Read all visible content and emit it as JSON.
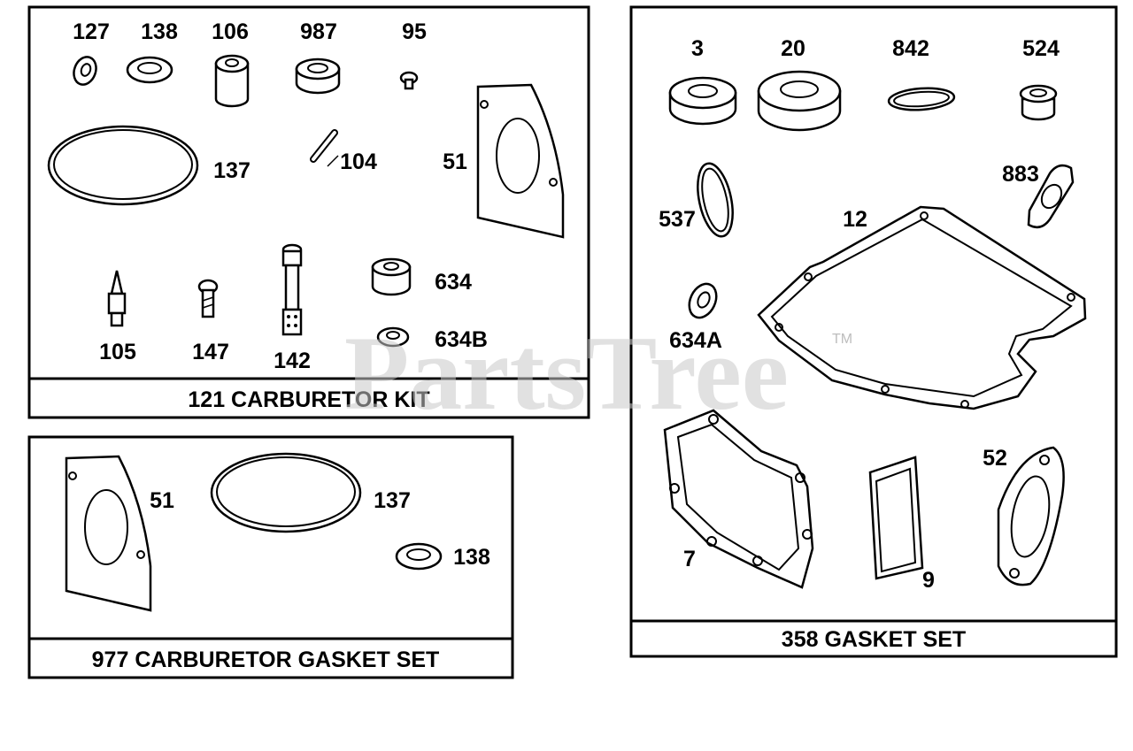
{
  "watermark": {
    "text": "PartsTree",
    "mark": "TM"
  },
  "kits": [
    {
      "caption": "121 CARBURETOR KIT",
      "labels": {
        "p127": "127",
        "p138": "138",
        "p106": "106",
        "p987": "987",
        "p95": "95",
        "p137": "137",
        "p104": "104",
        "p51": "51",
        "p634": "634",
        "p634b": "634B",
        "p105": "105",
        "p147": "147",
        "p142": "142"
      }
    },
    {
      "caption": "977 CARBURETOR GASKET SET",
      "labels": {
        "p51": "51",
        "p137": "137",
        "p138": "138"
      }
    },
    {
      "caption": "358 GASKET SET",
      "labels": {
        "p3": "3",
        "p20": "20",
        "p842": "842",
        "p524": "524",
        "p537": "537",
        "p12": "12",
        "p883": "883",
        "p634a": "634A",
        "p52": "52",
        "p7": "7",
        "p9": "9"
      }
    }
  ]
}
